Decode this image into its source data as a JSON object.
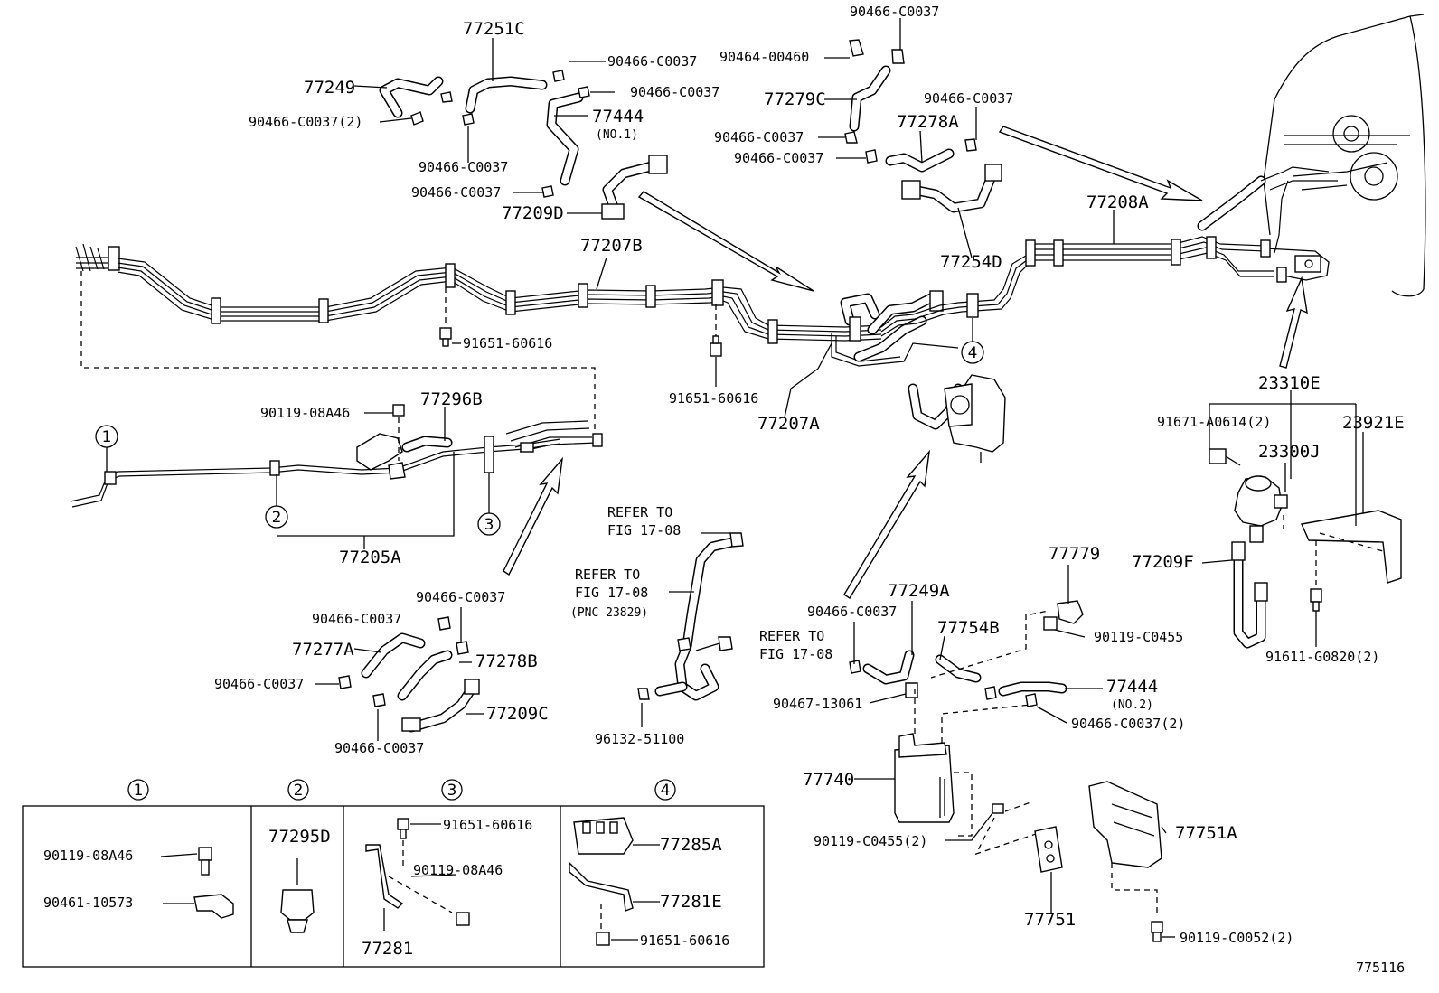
{
  "figure_id": "775116",
  "main_labels": {
    "p77251C": "77251C",
    "p77249": "77249",
    "c_0037_2_a": "90466-C0037(2)",
    "c_0037_a": "90466-C0037",
    "c_0037_b": "90466-C0037",
    "c_0037_c": "90466-C0037",
    "c_0037_d": "90466-C0037",
    "p77444_1": "77444",
    "no1": "(NO.1)",
    "p77209D": "77209D",
    "top_c0037": "90466-C0037",
    "p90464": "90464-00460",
    "p77279C": "77279C",
    "c_0037_e": "90466-C0037",
    "p77278A": "77278A",
    "c_0037_f": "90466-C0037",
    "c_0037_g": "90466-C0037",
    "p77254D": "77254D",
    "p77208A": "77208A",
    "p77207B": "77207B",
    "bolt_616_a": "91651-60616",
    "bolt_616_b": "91651-60616",
    "p77207A": "77207A",
    "p90119_08A46": "90119-08A46",
    "p77296B": "77296B",
    "p77205A": "77205A",
    "p23310E": "23310E",
    "p91671": "91671-A0614(2)",
    "p23921E": "23921E",
    "p23300J": "23300J",
    "p77209F": "77209F",
    "p91611": "91611-G0820(2)",
    "refer1a": "REFER TO",
    "refer1b": "FIG 17-08",
    "refer2a": "REFER TO",
    "refer2b": "FIG 17-08",
    "refer2c": "(PNC 23829)",
    "refer3a": "REFER TO",
    "refer3b": "FIG 17-08",
    "p96132": "96132-51100",
    "c_0037_h": "90466-C0037",
    "c_0037_i": "90466-C0037",
    "p77277A": "77277A",
    "c_0037_j": "90466-C0037",
    "p77278B": "77278B",
    "p77209C": "77209C",
    "c_0037_k": "90466-C0037",
    "p77249A": "77249A",
    "c_0037_l": "90466-C0037",
    "p77754B": "77754B",
    "p77779": "77779",
    "p90119_C0455": "90119-C0455",
    "p90467": "90467-13061",
    "p77444_2": "77444",
    "no2": "(NO.2)",
    "c_0037_2_b": "90466-C0037(2)",
    "p77740": "77740",
    "p90119_C0455_2": "90119-C0455(2)",
    "p77751A": "77751A",
    "p77751": "77751",
    "p90119_C0052": "90119-C0052(2)"
  },
  "callouts": [
    "1",
    "2",
    "3",
    "4"
  ],
  "inset_panels": [
    {
      "number": "1",
      "labels": [
        "90119-08A46",
        "90461-10573"
      ]
    },
    {
      "number": "2",
      "labels": [
        "77295D"
      ]
    },
    {
      "number": "3",
      "labels": [
        "91651-60616",
        "90119-08A46",
        "77281"
      ]
    },
    {
      "number": "4",
      "labels": [
        "77285A",
        "77281E",
        "91651-60616"
      ]
    }
  ]
}
